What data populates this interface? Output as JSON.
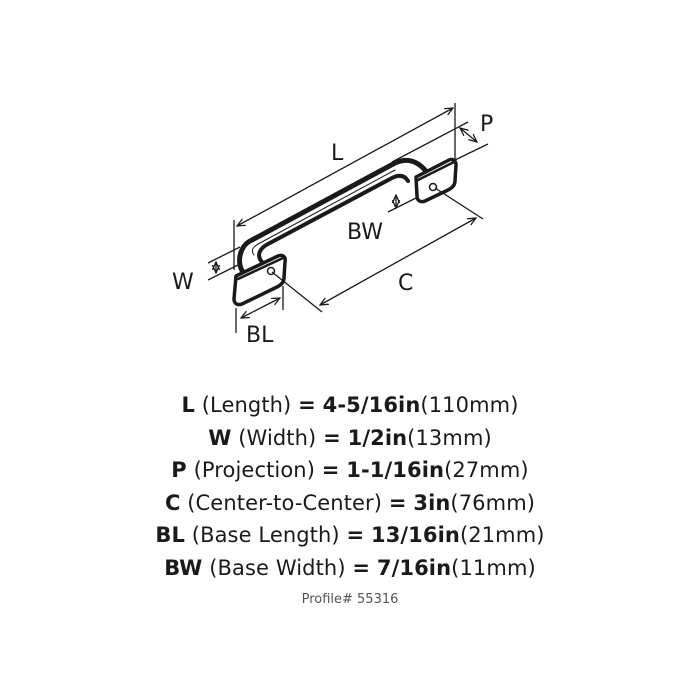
{
  "diagram": {
    "labels": {
      "L": "L",
      "P": "P",
      "BW": "BW",
      "W": "W",
      "C": "C",
      "BL": "BL"
    },
    "colors": {
      "ink": "#1a1a1a",
      "background": "#ffffff",
      "caption": "#555555"
    }
  },
  "specs": [
    {
      "abbr": "L",
      "name": "(Length)",
      "eq": "=",
      "value": "4-5/16in",
      "mm": "(110mm)"
    },
    {
      "abbr": "W",
      "name": "(Width)",
      "eq": "=",
      "value": "1/2in",
      "mm": "(13mm)"
    },
    {
      "abbr": "P",
      "name": "(Projection)",
      "eq": "=",
      "value": "1-1/16in",
      "mm": "(27mm)"
    },
    {
      "abbr": "C",
      "name": "(Center-to-Center)",
      "eq": "=",
      "value": "3in",
      "mm": "(76mm)"
    },
    {
      "abbr": "BL",
      "name": "(Base Length)",
      "eq": "=",
      "value": "13/16in",
      "mm": "(21mm)"
    },
    {
      "abbr": "BW",
      "name": "(Base Width)",
      "eq": "=",
      "value": "7/16in",
      "mm": "(11mm)"
    }
  ],
  "profile": "Profile# 55316"
}
